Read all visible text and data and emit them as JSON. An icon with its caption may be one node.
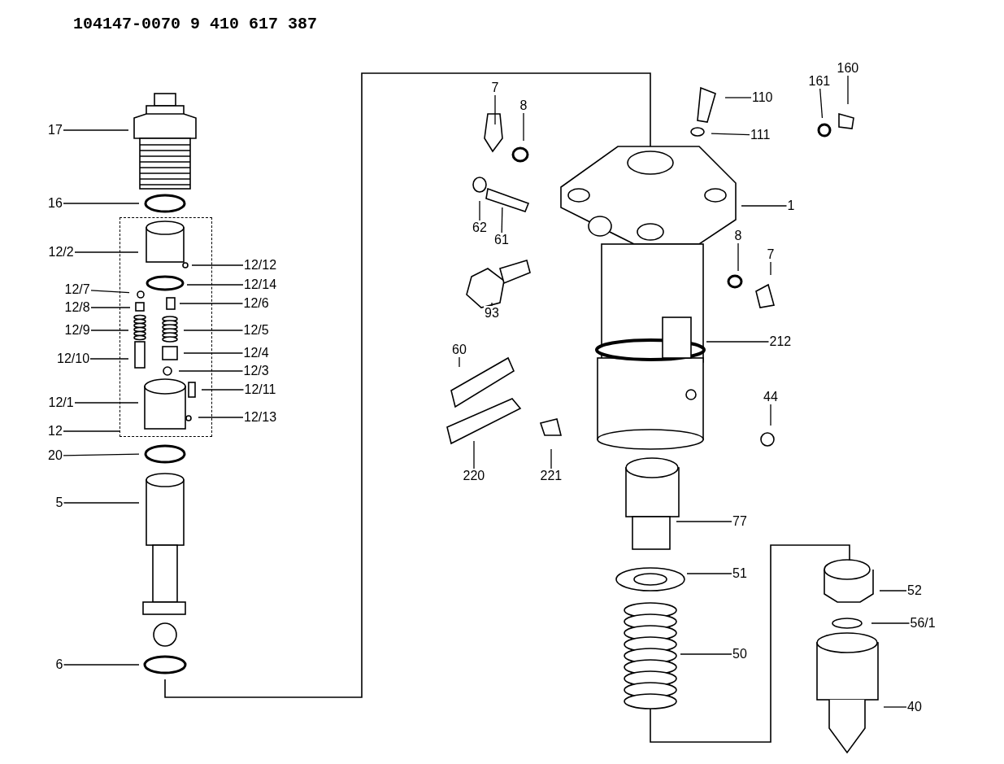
{
  "diagram": {
    "title": "104147-0070 9 410 617 387",
    "nodes": [
      {
        "text": [
          "17"
        ]
      },
      {
        "text": [
          "16"
        ]
      },
      {
        "text": [
          "12/2"
        ]
      },
      {
        "text": [
          "12/12"
        ]
      },
      {
        "text": [
          "12/14"
        ]
      },
      {
        "text": [
          "12/7"
        ]
      },
      {
        "text": [
          "12/6"
        ]
      },
      {
        "text": [
          "12/8"
        ]
      },
      {
        "text": [
          "12/9"
        ]
      },
      {
        "text": [
          "12/5"
        ]
      },
      {
        "text": [
          "12/10"
        ]
      },
      {
        "text": [
          "12/4"
        ]
      },
      {
        "text": [
          "12/3"
        ]
      },
      {
        "text": [
          "12/11"
        ]
      },
      {
        "text": [
          "12/1"
        ]
      },
      {
        "text": [
          "12/13"
        ]
      },
      {
        "text": [
          "12"
        ]
      },
      {
        "text": [],
        "shape": "box"
      },
      {
        "text": [
          "20"
        ]
      },
      {
        "text": [
          "5"
        ]
      },
      {
        "text": [
          "6"
        ]
      },
      {
        "text": [
          "7"
        ]
      },
      {
        "text": [
          "8"
        ]
      },
      {
        "text": [
          "110"
        ]
      },
      {
        "text": [
          "161"
        ]
      },
      {
        "text": [
          "160"
        ]
      },
      {
        "text": [
          "111"
        ]
      },
      {
        "text": [
          "1"
        ]
      },
      {
        "text": [
          "62"
        ]
      },
      {
        "text": [
          "61"
        ]
      },
      {
        "text": [
          "8"
        ]
      },
      {
        "text": [
          "7"
        ]
      },
      {
        "text": [
          "93"
        ]
      },
      {
        "text": [
          "212"
        ]
      },
      {
        "text": [
          "60"
        ]
      },
      {
        "text": [
          "44"
        ]
      },
      {
        "text": [
          "220"
        ]
      },
      {
        "text": [
          "221"
        ]
      },
      {
        "text": [
          "77"
        ]
      },
      {
        "text": [
          "51"
        ]
      },
      {
        "text": [
          "52"
        ]
      },
      {
        "text": [
          "56/1"
        ]
      },
      {
        "text": [
          "50"
        ]
      },
      {
        "text": [
          "40"
        ]
      }
    ],
    "edges": [
      {
        "from": 0,
        "to": null,
        "arrow": "none"
      },
      {
        "from": 1,
        "to": null,
        "arrow": "none"
      },
      {
        "from": 2,
        "to": 17,
        "arrow": "none"
      },
      {
        "from": 3,
        "to": 17,
        "arrow": "none"
      },
      {
        "from": 4,
        "to": 17,
        "arrow": "none"
      },
      {
        "from": 5,
        "to": 17,
        "arrow": "none"
      },
      {
        "from": 6,
        "to": 17,
        "arrow": "none"
      },
      {
        "from": 7,
        "to": 17,
        "arrow": "none"
      },
      {
        "from": 8,
        "to": 17,
        "arrow": "none"
      },
      {
        "from": 9,
        "to": 17,
        "arrow": "none"
      },
      {
        "from": 10,
        "to": 17,
        "arrow": "none"
      },
      {
        "from": 11,
        "to": 17,
        "arrow": "none"
      },
      {
        "from": 12,
        "to": 17,
        "arrow": "none"
      },
      {
        "from": 13,
        "to": 17,
        "arrow": "none"
      },
      {
        "from": 14,
        "to": 17,
        "arrow": "none"
      },
      {
        "from": 15,
        "to": 17,
        "arrow": "none"
      },
      {
        "from": 16,
        "to": 17,
        "arrow": "none"
      },
      {
        "from": 18,
        "to": null,
        "arrow": "none"
      },
      {
        "from": 19,
        "to": null,
        "arrow": "none"
      },
      {
        "from": 20,
        "to": null,
        "arrow": "none"
      },
      {
        "from": 21,
        "to": null,
        "arrow": "none"
      },
      {
        "from": 22,
        "to": null,
        "arrow": "none"
      },
      {
        "from": 23,
        "to": null,
        "arrow": "none"
      },
      {
        "from": 24,
        "to": null,
        "arrow": "none"
      },
      {
        "from": 25,
        "to": null,
        "arrow": "none"
      },
      {
        "from": 26,
        "to": null,
        "arrow": "none"
      },
      {
        "from": 27,
        "to": null,
        "arrow": "none"
      },
      {
        "from": 28,
        "to": null,
        "arrow": "none"
      },
      {
        "from": 29,
        "to": null,
        "arrow": "none"
      },
      {
        "from": 30,
        "to": null,
        "arrow": "none"
      },
      {
        "from": 31,
        "to": null,
        "arrow": "none"
      },
      {
        "from": 32,
        "to": null,
        "arrow": "none"
      },
      {
        "from": 33,
        "to": null,
        "arrow": "none"
      },
      {
        "from": 34,
        "to": null,
        "arrow": "none"
      },
      {
        "from": 35,
        "to": null,
        "arrow": "none"
      },
      {
        "from": 36,
        "to": null,
        "arrow": "none"
      },
      {
        "from": 37,
        "to": null,
        "arrow": "none"
      },
      {
        "from": 38,
        "to": null,
        "arrow": "none"
      },
      {
        "from": 39,
        "to": null,
        "arrow": "none"
      },
      {
        "from": 40,
        "to": null,
        "arrow": "none"
      },
      {
        "from": 41,
        "to": null,
        "arrow": "none"
      },
      {
        "from": 42,
        "to": null,
        "arrow": "none"
      },
      {
        "from": 43,
        "to": null,
        "arrow": "none"
      }
    ]
  }
}
